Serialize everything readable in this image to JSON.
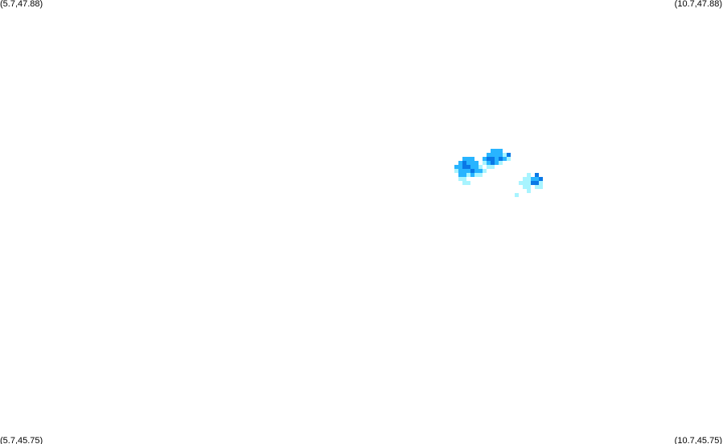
{
  "corners": {
    "top_left": "(5.7,47.88)",
    "top_right": "(10.7,47.88)",
    "bottom_left": "(5.7,45.75)",
    "bottom_right": "(10.7,45.75)"
  },
  "legend_colors": {
    "light": "#a8f4ff",
    "mid": "#28b4ff",
    "strong": "#0a78e6"
  }
}
